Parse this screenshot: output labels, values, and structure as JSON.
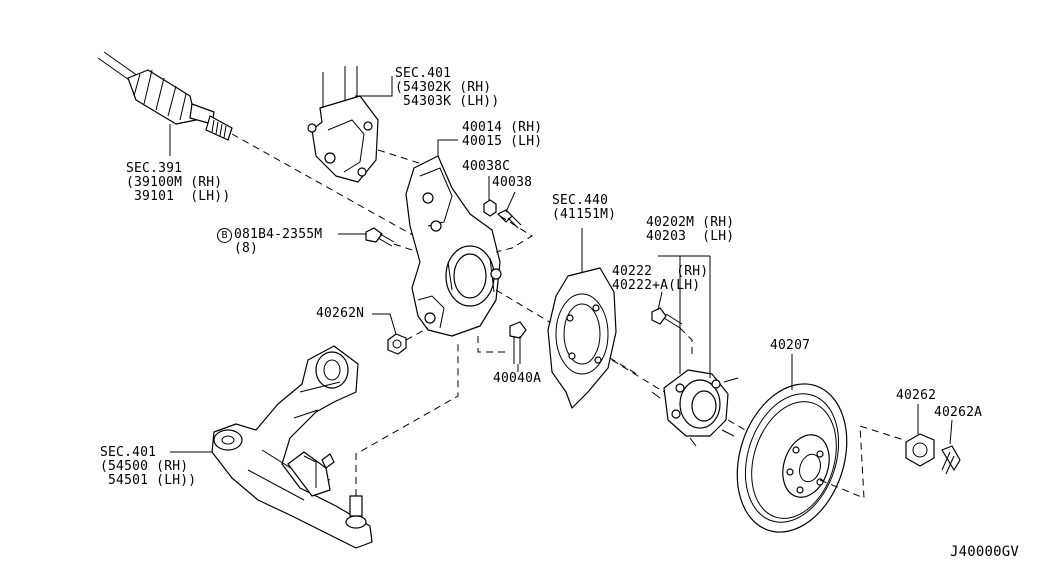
{
  "diagram_id": "J40000GV",
  "callouts": {
    "sec391": {
      "line1": "SEC.391",
      "line2": "(39100M (RH)",
      "line3": " 39101  (LH))"
    },
    "sec401_strut": {
      "line1": "SEC.401",
      "line2": "(54302K (RH)",
      "line3": " 54303K (LH))"
    },
    "knuckle": {
      "line1": "40014 (RH)",
      "line2": "40015 (LH)"
    },
    "nut_40038c": "40038C",
    "bolt_40038": "40038",
    "sec440": {
      "line1": "SEC.440",
      "line2": "(41151M)"
    },
    "hub_assy": {
      "line1": "40202M (RH)",
      "line2": "40203  (LH)"
    },
    "hub_bolt": {
      "line1": "40222   (RH)",
      "line2": "40222+A(LH)"
    },
    "bolt_081b4": {
      "marker": "B",
      "line1": "081B4-2355M",
      "line2": "(8)"
    },
    "nut_40262n": "40262N",
    "bolt_40040a": "40040A",
    "rotor": "40207",
    "nut_40262": "40262",
    "pin_40262a": "40262A",
    "sec401_arm": {
      "line1": "SEC.401",
      "line2": "(54500 (RH)",
      "line3": " 54501 (LH))"
    }
  }
}
